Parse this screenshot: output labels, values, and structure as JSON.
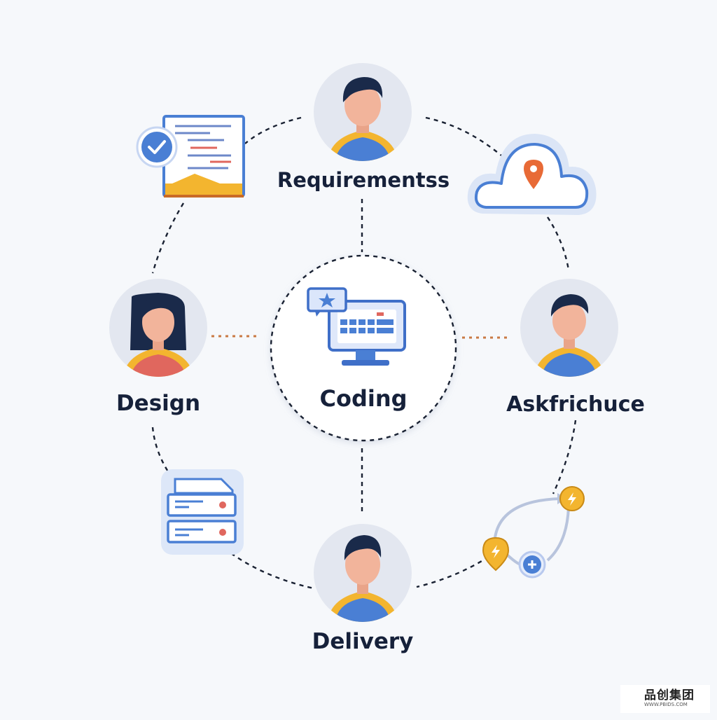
{
  "diagram": {
    "nodes": {
      "requirements": "Requirementss",
      "coding": "Coding",
      "design": "Design",
      "askfrichuce": "Askfrichuce",
      "delivery": "Delivery"
    }
  },
  "watermark": {
    "brand": "品创集团",
    "url": "WWW.PBIDS.COM"
  },
  "colors": {
    "background": "#f6f8fb",
    "node_circle": "#e3e7f0",
    "primary_blue": "#4a7fd4",
    "accent_yellow": "#f3b52f",
    "accent_red": "#e0675e",
    "accent_orange": "#e86a36",
    "dark_hair": "#1a2a4a",
    "skin": "#f2b49b",
    "text": "#16213a"
  },
  "icons": [
    "checklist-document-icon",
    "cloud-location-icon",
    "monitor-dashboard-icon",
    "server-stack-icon",
    "workflow-cycle-icon"
  ]
}
